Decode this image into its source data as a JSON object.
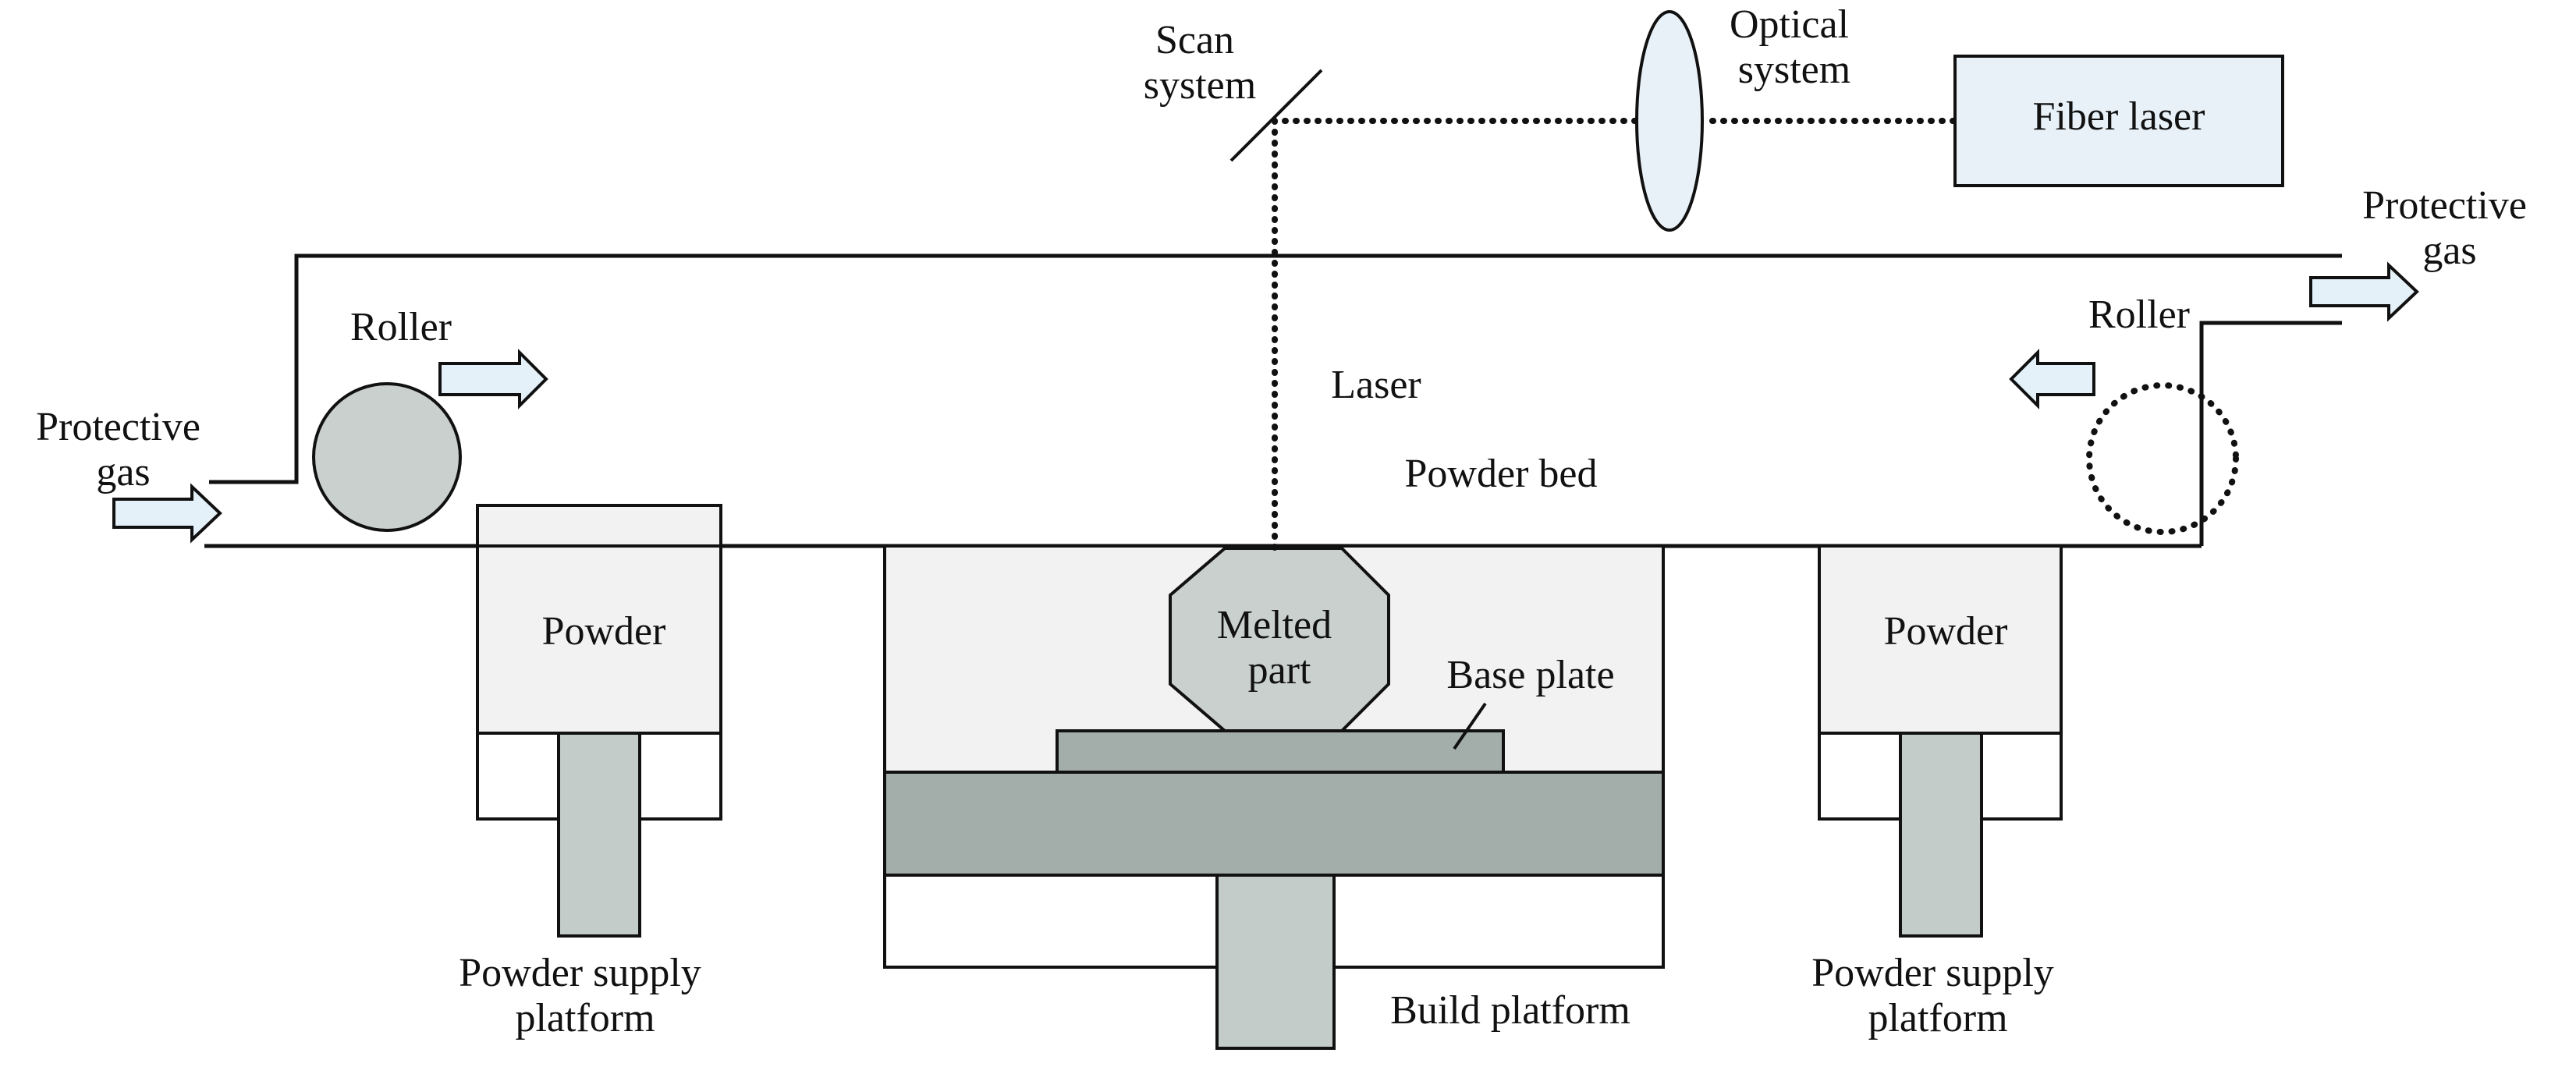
{
  "labels": {
    "scan_system": [
      "Scan",
      "system"
    ],
    "optical_system": [
      "Optical",
      "system"
    ],
    "fiber_laser": "Fiber laser",
    "protective_gas_left": [
      "Protective",
      "gas"
    ],
    "protective_gas_right": [
      "Protective",
      "gas"
    ],
    "roller_left": "Roller",
    "roller_right": "Roller",
    "laser": "Laser",
    "powder_bed": "Powder bed",
    "powder_left": "Powder",
    "powder_right": "Powder",
    "melted_part": [
      "Melted",
      "part"
    ],
    "base_plate": "Base plate",
    "powder_supply_left": [
      "Powder supply",
      "platform"
    ],
    "powder_supply_right": [
      "Powder supply",
      "platform"
    ],
    "build_platform": "Build platform"
  },
  "colors": {
    "outline": "#111111",
    "light_fill": "#f2f2f2",
    "gray_fill": "#a3aeab",
    "piston_fill": "#c3ccc9",
    "roller_fill": "#c9d0cd",
    "laser_box_fill": "#e8f1f8",
    "lens_fill": "#e8f1f8",
    "arrow_fill": "#e4f1f9"
  }
}
